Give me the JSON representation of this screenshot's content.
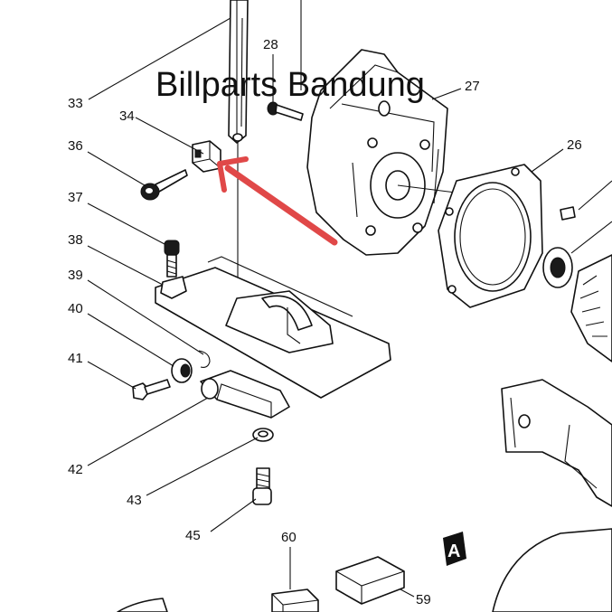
{
  "watermark": "Billparts Bandung",
  "section_label": "A",
  "part_numbers": {
    "p26": "26",
    "p27": "27",
    "p28": "28",
    "p33": "33",
    "p34": "34",
    "p36": "36",
    "p37": "37",
    "p38": "38",
    "p39": "39",
    "p40": "40",
    "p41": "41",
    "p42": "42",
    "p43": "43",
    "p45": "45",
    "p59": "59",
    "p60": "60"
  },
  "colors": {
    "arrow": "#e04848",
    "ink": "#111111",
    "background": "#ffffff"
  }
}
